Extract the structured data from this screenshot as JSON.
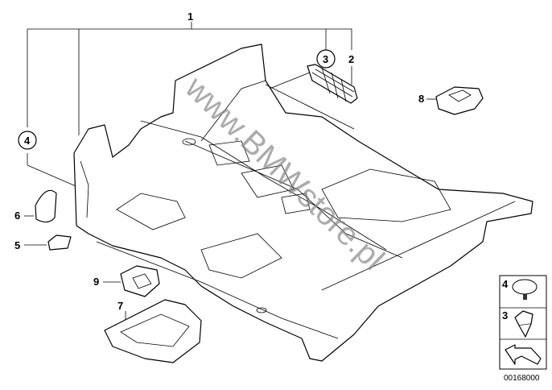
{
  "callouts": [
    {
      "number": "1"
    },
    {
      "number": "2"
    },
    {
      "number": "3"
    },
    {
      "number": "4"
    },
    {
      "number": "5"
    },
    {
      "number": "6"
    },
    {
      "number": "7"
    },
    {
      "number": "8"
    },
    {
      "number": "9"
    }
  ],
  "legend": {
    "items": [
      {
        "number": "4"
      },
      {
        "number": "3"
      }
    ],
    "code": "00168000"
  },
  "watermark": "www.BMWstore.pl"
}
